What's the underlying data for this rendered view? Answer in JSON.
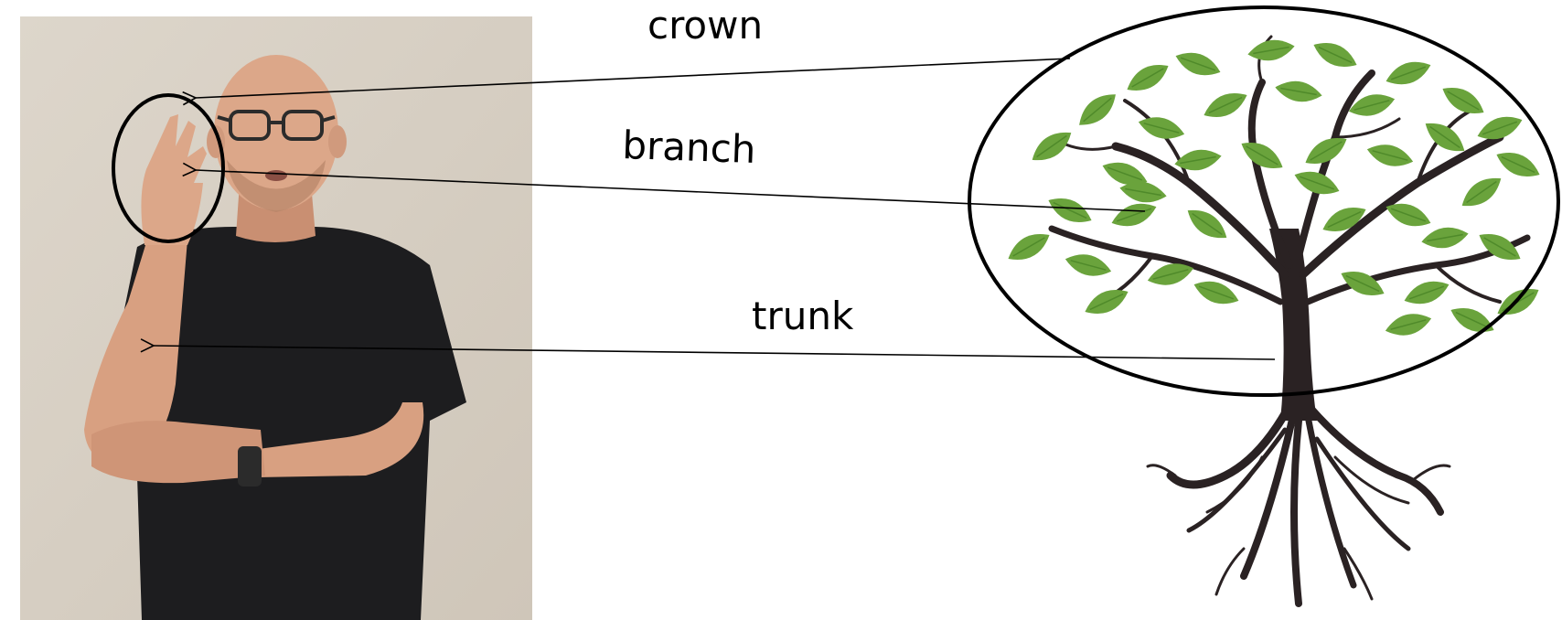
{
  "labels": {
    "crown": "crown",
    "branch": "branch",
    "trunk": "trunk"
  },
  "colors": {
    "leaf": "#6aa33c",
    "leaf_vein": "#4f8a2a",
    "tree_bark": "#2a2223",
    "outline": "#000000",
    "wall": "#d6cec2",
    "skin": "#d8a081",
    "shirt": "#1d1d1f"
  },
  "icons": {
    "photo": "person-signing-tree-photo",
    "tree": "tree-illustration"
  }
}
